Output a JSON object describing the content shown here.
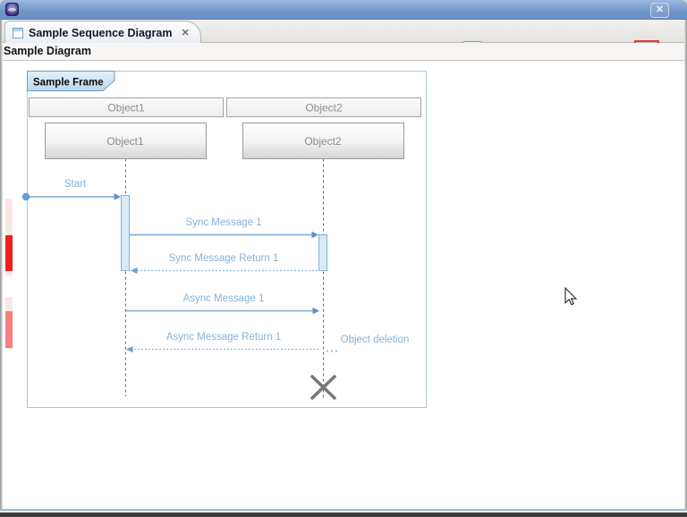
{
  "window": {
    "close_glyph": "✕"
  },
  "tab": {
    "title": "Sample Sequence Diagram",
    "close_glyph": "✕"
  },
  "subheader": {
    "label": "Sample Diagram"
  },
  "toolbar": {
    "items": [
      {
        "name": "home"
      },
      {
        "name": "select-cursor",
        "state": "pressed"
      },
      {
        "name": "zoom-in"
      },
      {
        "name": "zoom-out"
      },
      {
        "name": "move-down"
      },
      {
        "name": "move-up",
        "state": "disabled"
      },
      {
        "name": "move-left",
        "state": "disabled"
      },
      {
        "name": "move-right"
      },
      {
        "name": "diagram-tools",
        "state": "highlighted-red"
      },
      {
        "name": "view-menu"
      }
    ]
  },
  "diagram": {
    "frame_label": "Sample Frame",
    "headers": [
      "Object1",
      "Object2"
    ],
    "objects": [
      "Object1",
      "Object2"
    ],
    "messages": [
      {
        "label": "Start",
        "kind": "create"
      },
      {
        "label": "Sync Message 1",
        "kind": "sync"
      },
      {
        "label": "Sync Message Return 1",
        "kind": "return"
      },
      {
        "label": "Async Message 1",
        "kind": "async"
      },
      {
        "label": "Async Message Return 1",
        "kind": "return"
      }
    ],
    "deletion_label": "Object deletion"
  },
  "colors": {
    "titlebar_blue": "#7b9cc9",
    "message_blue": "#85b2da",
    "frame_border_blue": "#a9c8e0",
    "marker_red": "#ed1c24",
    "marker_salmon": "#f48080",
    "highlight_red": "#dc3a34"
  }
}
